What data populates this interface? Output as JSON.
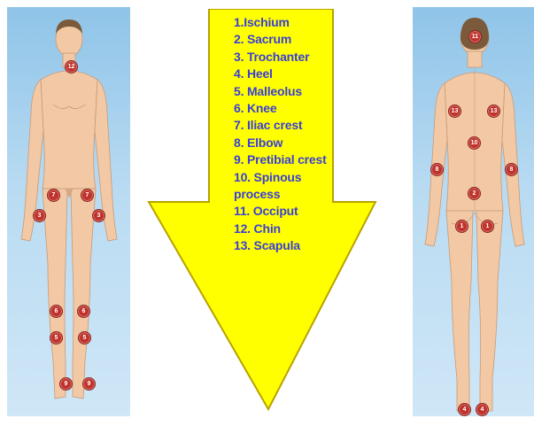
{
  "pressure_sites": [
    "1.Ischium",
    "2. Sacrum",
    "3. Trochanter",
    "4. Heel",
    "5. Malleolus",
    "6. Knee",
    "7. Iliac crest",
    "8. Elbow",
    "9. Pretibial crest",
    "10. Spinous process",
    "11. Occiput",
    "12. Chin",
    "13. Scapula"
  ],
  "front_markers": [
    "12",
    "7",
    "7",
    "3",
    "3",
    "6",
    "6",
    "5",
    "5",
    "9",
    "9"
  ],
  "back_markers": [
    "11",
    "13",
    "13",
    "10",
    "8",
    "8",
    "2",
    "1",
    "1",
    "4",
    "4"
  ],
  "colors": {
    "arrow_fill": "#ffff00",
    "arrow_stroke": "#b8a200",
    "list_text": "#3a3fd6",
    "marker": "#c0322b",
    "skin": "#f2c9a4",
    "hair": "#7a5a3a",
    "panel_bg": "#b9dbf2"
  }
}
